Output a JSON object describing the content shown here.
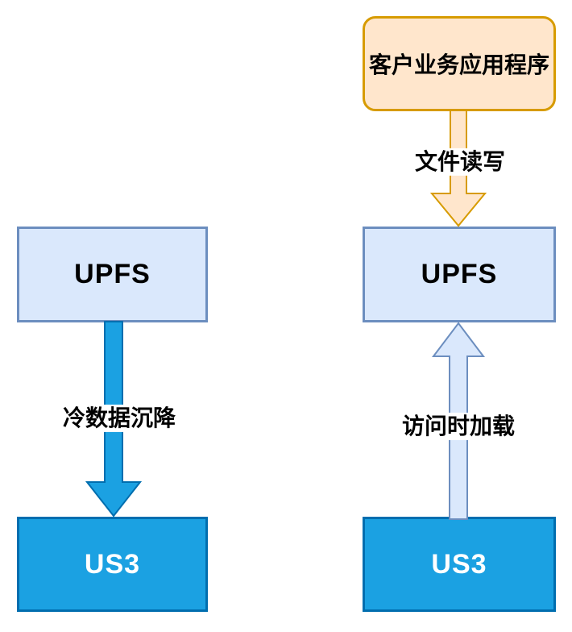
{
  "diagram": {
    "title": "UPFS cold data sink and load-on-access flow",
    "colors": {
      "client_fill": "#FFE6CC",
      "client_stroke": "#D79B00",
      "upfs_fill": "#DAE8FC",
      "upfs_stroke": "#6C8EBF",
      "us3_fill": "#1BA1E2",
      "us3_stroke": "#006EAF",
      "us3_text": "#FFFFFF",
      "label_text": "#000000"
    },
    "nodes": {
      "client_app": {
        "label": "客户业务应用程序"
      },
      "upfs_left": {
        "label": "UPFS"
      },
      "upfs_right": {
        "label": "UPFS"
      },
      "us3_left": {
        "label": "US3"
      },
      "us3_right": {
        "label": "US3"
      }
    },
    "arrows": {
      "file_rw": {
        "label": "文件读写",
        "from": "client_app",
        "to": "upfs_right",
        "direction": "down"
      },
      "cold_sink": {
        "label": "冷数据沉降",
        "from": "upfs_left",
        "to": "us3_left",
        "direction": "down"
      },
      "load_on_access": {
        "label": "访问时加载",
        "from": "us3_right",
        "to": "upfs_right",
        "direction": "up"
      }
    }
  }
}
